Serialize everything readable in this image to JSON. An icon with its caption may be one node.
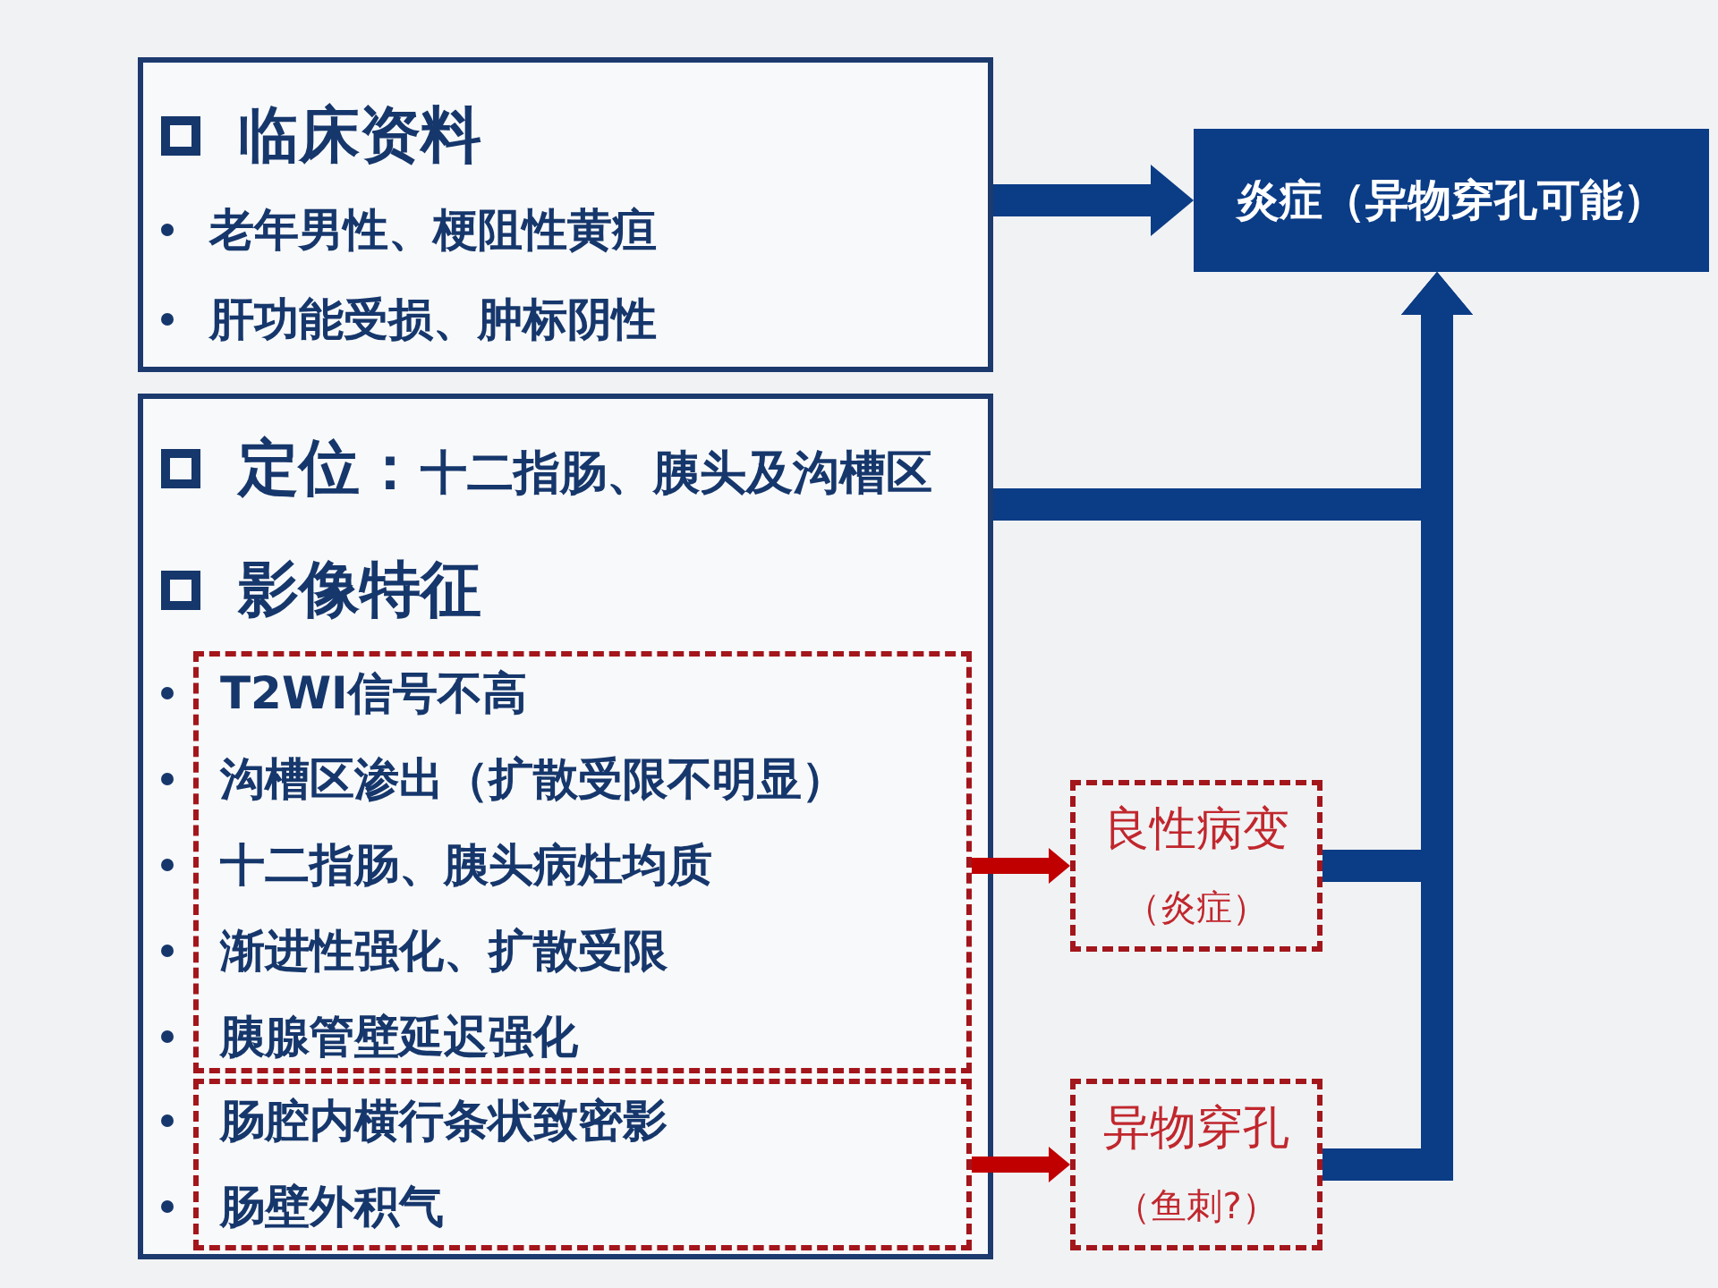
{
  "diagram": {
    "nodes": [
      {
        "text": [
          "临床资料",
          "老年男性、梗阻性黄疸",
          "肝功能受损、肿标阴性"
        ]
      },
      {
        "text": [
          "定位：",
          "十二指肠、胰头及沟槽区",
          "影像特征"
        ]
      },
      {
        "text": [
          "T2WI信号不高",
          "沟槽区渗出（扩散受限不明显）",
          "十二指肠、胰头病灶均质",
          "渐进性强化、扩散受限",
          "胰腺管壁延迟强化"
        ],
        "in": 1
      },
      {
        "text": [
          "肠腔内横行条状致密影",
          "肠壁外积气"
        ],
        "in": 1
      },
      {
        "text": [
          "炎症（异物穿孔可能）"
        ]
      },
      {
        "text": [
          "良性病变",
          "（炎症）"
        ]
      },
      {
        "text": [
          "异物穿孔",
          "（鱼刺?）"
        ]
      }
    ],
    "edges": [
      {
        "from": 0,
        "to": 4,
        "arrow": "to"
      },
      {
        "from": 1,
        "to": 4,
        "arrow": "to"
      },
      {
        "from": 2,
        "to": 5,
        "arrow": "to",
        "color": "#c00000"
      },
      {
        "from": 5,
        "to": 4,
        "arrow": "to"
      },
      {
        "from": 3,
        "to": 6,
        "arrow": "to",
        "color": "#c00000"
      },
      {
        "from": 6,
        "to": 4,
        "arrow": "to"
      }
    ]
  }
}
